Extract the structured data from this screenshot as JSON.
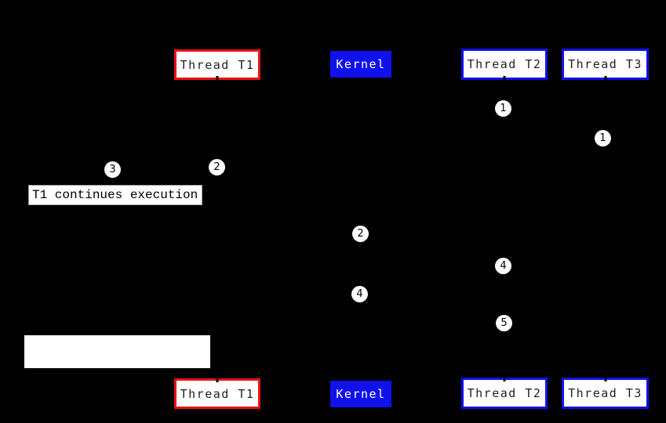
{
  "diagram": {
    "title": "thread-kernel-scheduling-sequence",
    "colors": {
      "background": "#000000",
      "thread_t1_border": "#ee1111",
      "kernel_blue": "#1111ee",
      "box_fill": "#ffffff",
      "box_text": "#1f1f1f",
      "marker_fill": "#ffffff",
      "marker_text": "#000000"
    },
    "rows": {
      "top": {
        "t1": "Thread T1",
        "kernel": "Kernel",
        "t2": "Thread T2",
        "t3": "Thread T3"
      },
      "bottom": {
        "t1": "Thread T1",
        "kernel": "Kernel",
        "t2": "Thread T2",
        "t3": "Thread T3"
      }
    },
    "markers": [
      {
        "label": "1"
      },
      {
        "label": "1"
      },
      {
        "label": "2"
      },
      {
        "label": "3"
      },
      {
        "label": "2"
      },
      {
        "label": "4"
      },
      {
        "label": "4"
      },
      {
        "label": "5"
      }
    ],
    "annotation": {
      "text": "T1 continues execution"
    }
  }
}
